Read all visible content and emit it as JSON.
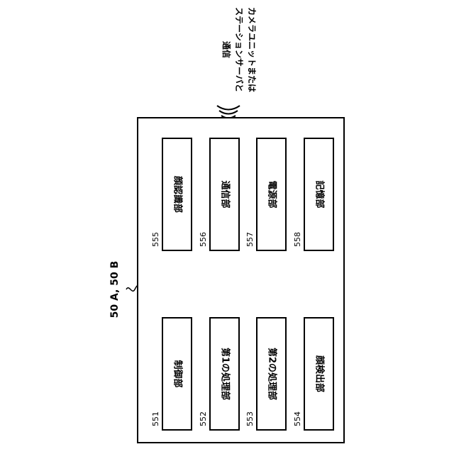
{
  "device_label": "50 A, 50 B",
  "comm_label_lines": [
    "カメラユニットまたは",
    "ステーションサーバと",
    "通信"
  ],
  "units": [
    {
      "ref": "555",
      "label": "顔認識部"
    },
    {
      "ref": "556",
      "label": "通信部"
    },
    {
      "ref": "557",
      "label": "電源部"
    },
    {
      "ref": "558",
      "label": "記憶部"
    },
    {
      "ref": "551",
      "label": "制御部"
    },
    {
      "ref": "552",
      "label": "第1の処理部"
    },
    {
      "ref": "553",
      "label": "第2の処理部"
    },
    {
      "ref": "554",
      "label": "顔検出部"
    }
  ]
}
